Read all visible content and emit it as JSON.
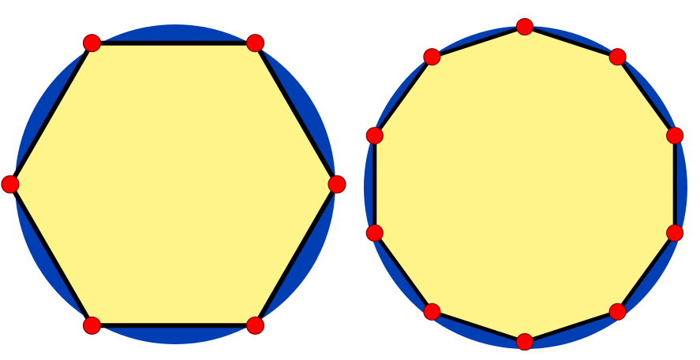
{
  "colors": {
    "circle": "#003eb4",
    "polygon_fill": "#fff48a",
    "polygon_stroke": "#000000",
    "vertex_fill": "#ff0000",
    "vertex_stroke": "#7a0000",
    "background": "#ffffff"
  },
  "figures": [
    {
      "id": "hexagon",
      "shape": "regular-polygon-inscribed-in-circle",
      "sides": 6,
      "vertex_count": 6
    },
    {
      "id": "decagon",
      "shape": "regular-polygon-inscribed-in-circle",
      "sides": 10,
      "vertex_count": 10
    }
  ]
}
